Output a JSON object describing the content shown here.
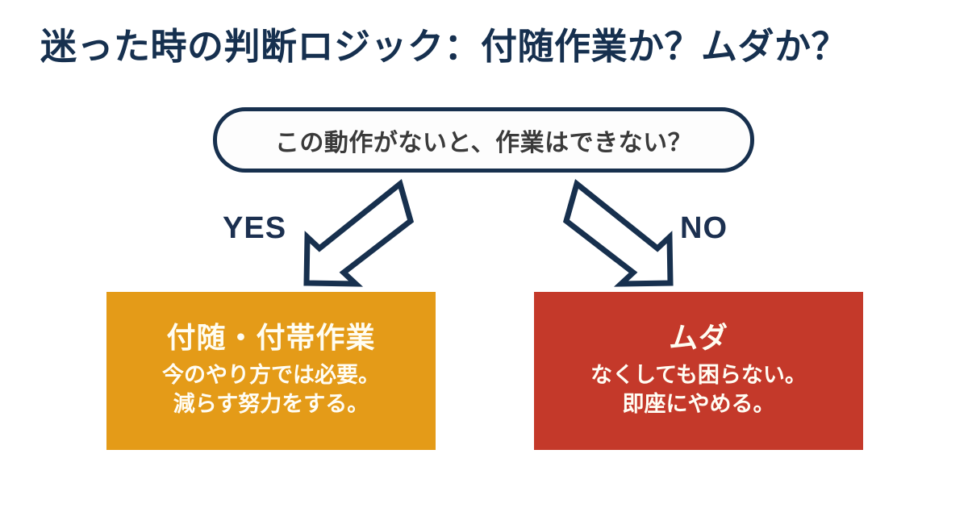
{
  "title": "迷った時の判断ロジック：付随作業か？ムダか？",
  "decision": {
    "question": "この動作がないと、作業はできない？"
  },
  "branches": {
    "yes_label": "YES",
    "no_label": "NO"
  },
  "outcomes": [
    {
      "id": "essential",
      "title": "付随・付帯作業",
      "line1": "今のやり方では必要。",
      "line2": "減らす努力をする。",
      "color": "#E49B18"
    },
    {
      "id": "waste",
      "title": "ムダ",
      "line1": "なくしても困らない。",
      "line2": "即座にやめる。",
      "color": "#C4392A"
    }
  ],
  "colors": {
    "navy": "#17304E",
    "title_navy": "#16304F",
    "background": "#FFFFFF",
    "text_dark": "#3A3A3A"
  },
  "icons": {
    "arrow_yes": "arrow-down-left-icon",
    "arrow_no": "arrow-down-right-icon"
  }
}
